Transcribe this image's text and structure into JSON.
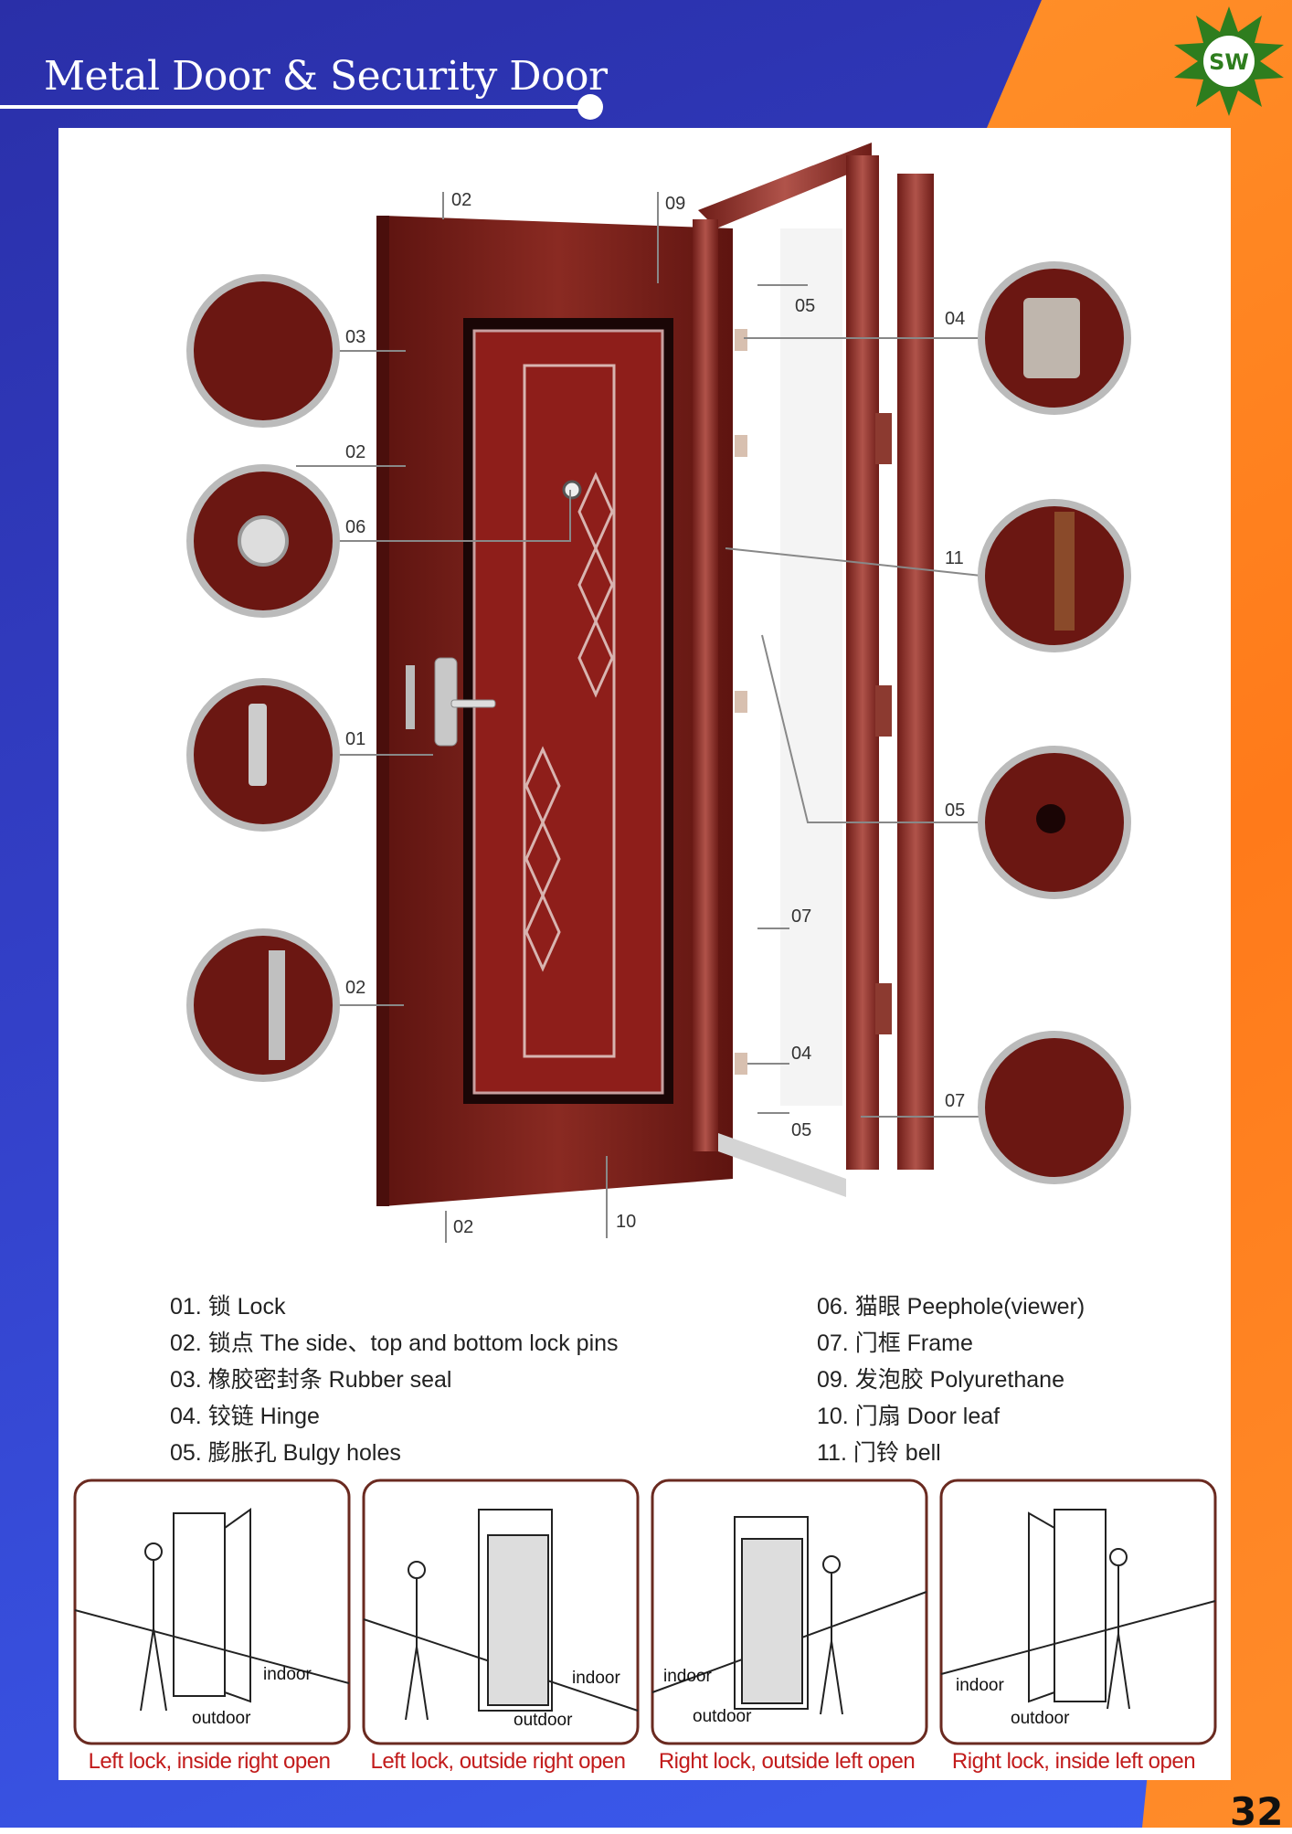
{
  "header": {
    "title": "Metal Door & Security Door"
  },
  "logo": {
    "text": "SW",
    "colors": {
      "outer": "#2e7d1e",
      "inner": "#ffffff",
      "text": "#2e7d1e"
    }
  },
  "callouts": [
    {
      "text": "02"
    },
    {
      "text": "09"
    },
    {
      "text": "05"
    },
    {
      "text": "04"
    },
    {
      "text": "03"
    },
    {
      "text": "02"
    },
    {
      "text": "06"
    },
    {
      "text": "11"
    },
    {
      "text": "01"
    },
    {
      "text": "05"
    },
    {
      "text": "07"
    },
    {
      "text": "02"
    },
    {
      "text": "04"
    },
    {
      "text": "07"
    },
    {
      "text": "05"
    },
    {
      "text": "10"
    },
    {
      "text": "02"
    }
  ],
  "legend": {
    "left": [
      "01. 锁 Lock",
      "02. 锁点 The side、top and bottom lock pins",
      "03. 橡胶密封条 Rubber seal",
      "04. 铰链 Hinge",
      "05. 膨胀孔 Bulgy holes"
    ],
    "right": [
      "06. 猫眼 Peephole(viewer)",
      "07. 门框 Frame",
      "09. 发泡胶 Polyurethane",
      "10. 门扇 Door leaf",
      "11. 门铃 bell"
    ]
  },
  "diagrams": [
    {
      "caption": "Left lock, inside right open",
      "indoor": "indoor",
      "outdoor": "outdoor"
    },
    {
      "caption": "Left lock, outside right open",
      "indoor": "indoor",
      "outdoor": "outdoor"
    },
    {
      "caption": "Right lock, outside left open",
      "indoor": "indoor",
      "outdoor": "outdoor"
    },
    {
      "caption": "Right lock, inside left open",
      "indoor": "indoor",
      "outdoor": "outdoor"
    }
  ],
  "page": {
    "number": "32"
  },
  "colors": {
    "blue_bg": "#3340c8",
    "orange_bg": "#ff8c2a",
    "door": "#7a1f1a",
    "caption": "#c21b1b"
  }
}
